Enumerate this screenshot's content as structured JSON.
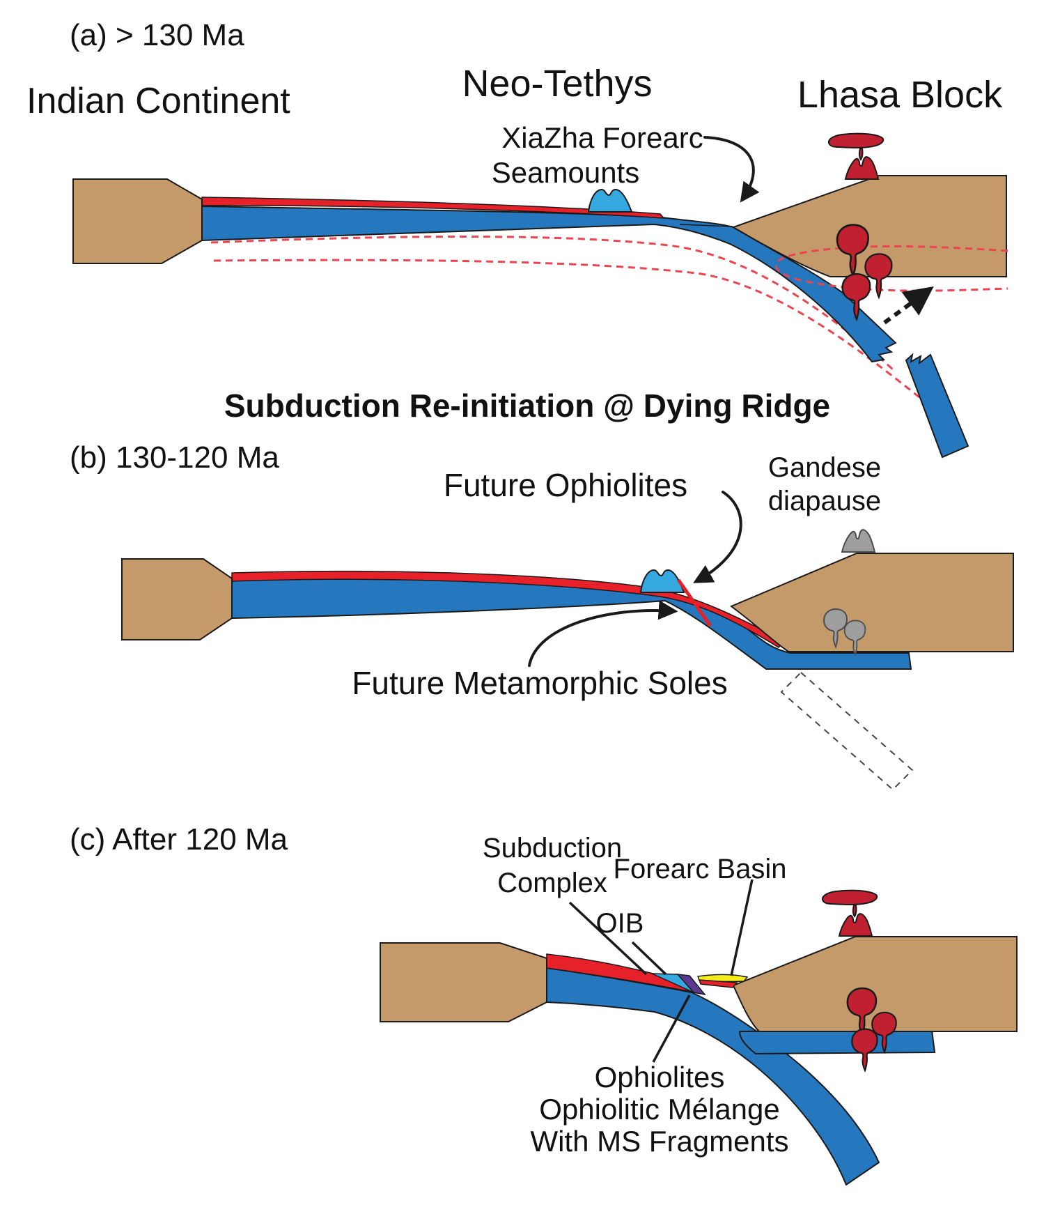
{
  "figure": {
    "type": "geological-cross-section-sequence",
    "panel_count": 3
  },
  "panels": {
    "a": {
      "label": "(a)  > 130 Ma",
      "indian_continent": "Indian Continent",
      "neo_tethys": "Neo-Tethys",
      "xiazha_line1": "XiaZha Forearc",
      "xiazha_line2": "Seamounts",
      "lhasa_block": "Lhasa Block"
    },
    "b": {
      "title": "Subduction Re-initiation @ Dying Ridge",
      "label": "(b)  130-120 Ma",
      "future_ophiolites": "Future Ophiolites",
      "gandese_line1": "Gandese",
      "gandese_line2": "diapause",
      "future_soles": "Future Metamorphic Soles"
    },
    "c": {
      "label": "(c)  After 120 Ma",
      "subduction_complex_line1": "Subduction",
      "subduction_complex_line2": "Complex",
      "oib": "OIB",
      "forearc_basin": "Forearc Basin",
      "ophiolites_line1": "Ophiolites",
      "ophiolites_line2": "Ophiolitic Mélange",
      "ophiolites_line3": "With MS Fragments"
    }
  },
  "colors": {
    "continent": "#C49A6B",
    "ocean_crust": "#2577BE",
    "sediment": "#E62129",
    "seamount": "#35A8E0",
    "volcanic": "#C0202F",
    "diapir_gray": "#9E9E9E",
    "forearc_yellow": "#F5EB1A",
    "melange_purple": "#5C3A94",
    "dashed_red": "#EC4450",
    "outline": "#1a1a1a"
  }
}
